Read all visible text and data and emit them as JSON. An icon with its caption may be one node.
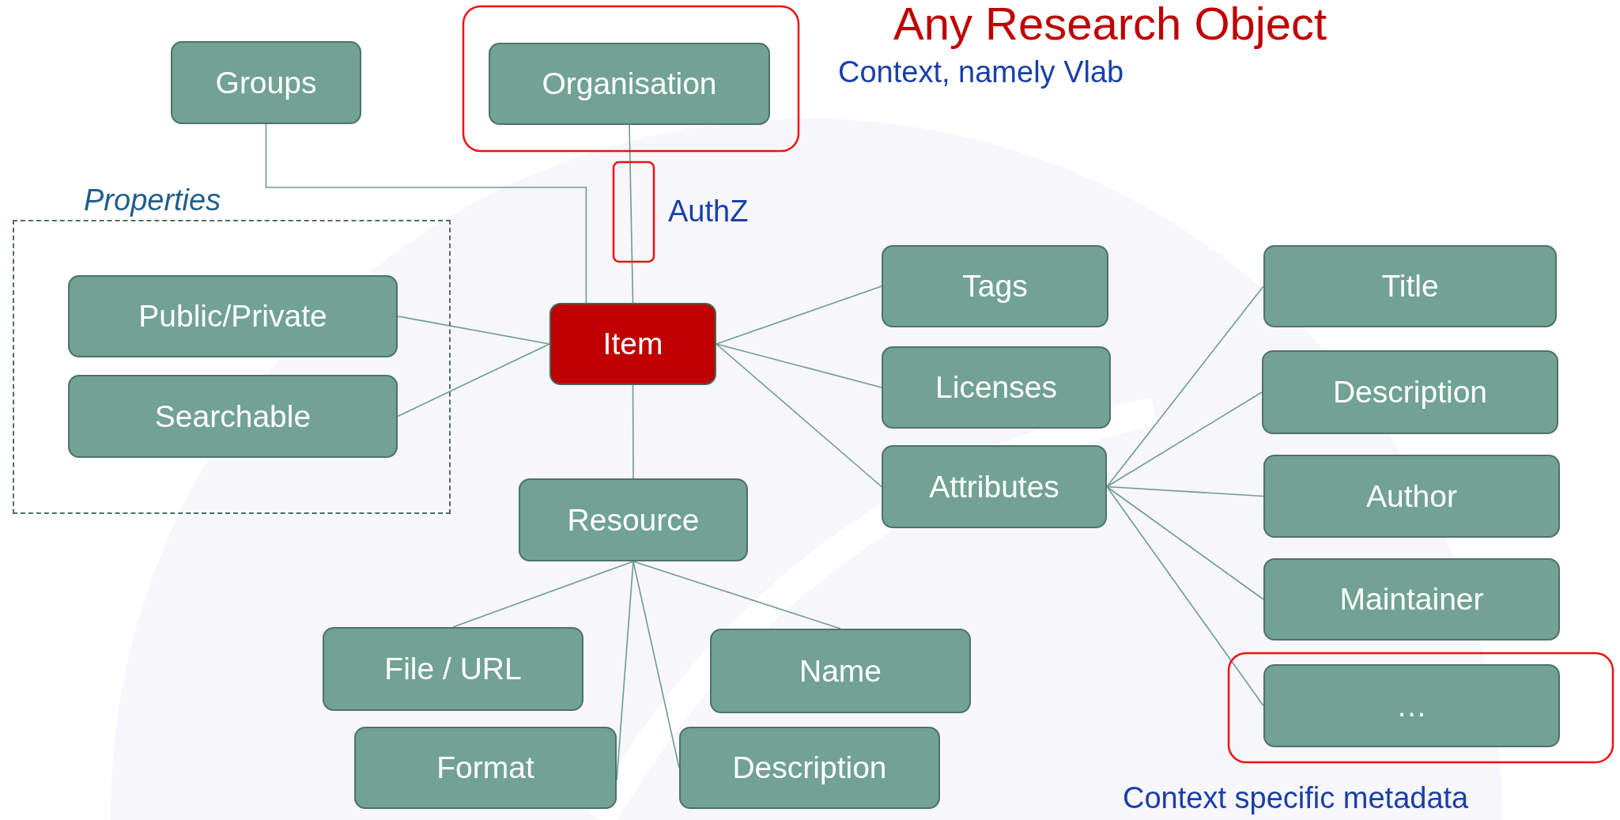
{
  "diagram": {
    "title": "Any Research Object",
    "nodes": [
      {
        "text": [
          "Groups"
        ]
      },
      {
        "text": [
          "Organisation"
        ]
      },
      {
        "text": [
          "Properties"
        ]
      },
      {
        "text": [
          "Public/Private"
        ],
        "in": 2
      },
      {
        "text": [
          "Searchable"
        ],
        "in": 2
      },
      {
        "text": [
          "Item"
        ]
      },
      {
        "text": [
          "Resource"
        ]
      },
      {
        "text": [
          "File / URL"
        ]
      },
      {
        "text": [
          "Name"
        ]
      },
      {
        "text": [
          "Format"
        ]
      },
      {
        "text": [
          "Description"
        ]
      },
      {
        "text": [
          "Tags"
        ]
      },
      {
        "text": [
          "Licenses"
        ]
      },
      {
        "text": [
          "Attributes"
        ]
      },
      {
        "text": [
          "Title"
        ]
      },
      {
        "text": [
          "Description"
        ]
      },
      {
        "text": [
          "Author"
        ]
      },
      {
        "text": [
          "Maintainer"
        ]
      },
      {
        "text": [
          "…"
        ]
      }
    ],
    "edges": [
      {
        "from": 0,
        "to": 5,
        "arrow": "none"
      },
      {
        "from": 1,
        "to": 5,
        "arrow": "none"
      },
      {
        "from": 5,
        "to": 3,
        "arrow": "none"
      },
      {
        "from": 5,
        "to": 4,
        "arrow": "none"
      },
      {
        "from": 5,
        "to": 11,
        "arrow": "none"
      },
      {
        "from": 5,
        "to": 12,
        "arrow": "none"
      },
      {
        "from": 5,
        "to": 13,
        "arrow": "none"
      },
      {
        "from": 5,
        "to": 6,
        "arrow": "none"
      },
      {
        "from": 6,
        "to": 7,
        "arrow": "none"
      },
      {
        "from": 6,
        "to": 9,
        "arrow": "none"
      },
      {
        "from": 6,
        "to": 10,
        "arrow": "none"
      },
      {
        "from": 6,
        "to": 8,
        "arrow": "none"
      },
      {
        "from": 13,
        "to": 14,
        "arrow": "none"
      },
      {
        "from": 13,
        "to": 15,
        "arrow": "none"
      },
      {
        "from": 13,
        "to": 16,
        "arrow": "none"
      },
      {
        "from": 13,
        "to": 17,
        "arrow": "none"
      },
      {
        "from": 13,
        "to": 18,
        "arrow": "none"
      }
    ],
    "labels": [
      "Context, namely Vlab",
      "AuthZ",
      "Context specific metadata"
    ]
  }
}
